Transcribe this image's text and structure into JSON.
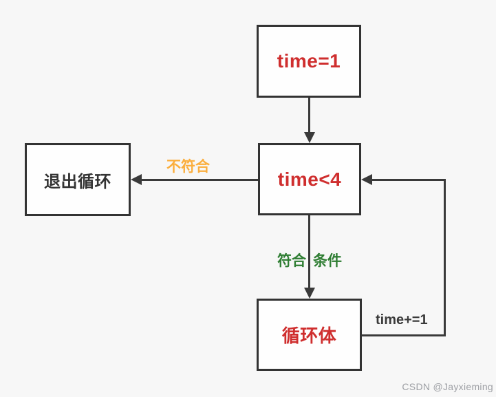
{
  "diagram": {
    "type": "flowchart",
    "title_semantic": "while-loop control flow",
    "nodes": [
      {
        "id": "init",
        "label": "time=1",
        "text_color": "#cf2e2e",
        "shape": "rect"
      },
      {
        "id": "condition",
        "label": "time<4",
        "text_color": "#cf2e2e",
        "shape": "rect"
      },
      {
        "id": "exit",
        "label": "退出循环",
        "text_color": "#333333",
        "shape": "rect"
      },
      {
        "id": "body",
        "label": "循环体",
        "text_color": "#cf2e2e",
        "shape": "rect"
      }
    ],
    "edges": [
      {
        "from": "init",
        "to": "condition",
        "label": ""
      },
      {
        "from": "condition",
        "to": "exit",
        "label": "不符合",
        "label_color": "#fbae3d"
      },
      {
        "from": "condition",
        "to": "body",
        "label_left": "符合",
        "label_right": "条件",
        "label_color": "#2e7d32"
      },
      {
        "from": "body",
        "to": "condition",
        "label": "time+=1",
        "label_color": "#3a3a3a"
      }
    ],
    "style": {
      "background": "#f7f7f7",
      "node_fill": "#fefefe",
      "node_border": "#333333",
      "line_color": "#3a3a3a"
    }
  },
  "watermark": {
    "text": "CSDN @Jayxieming"
  }
}
